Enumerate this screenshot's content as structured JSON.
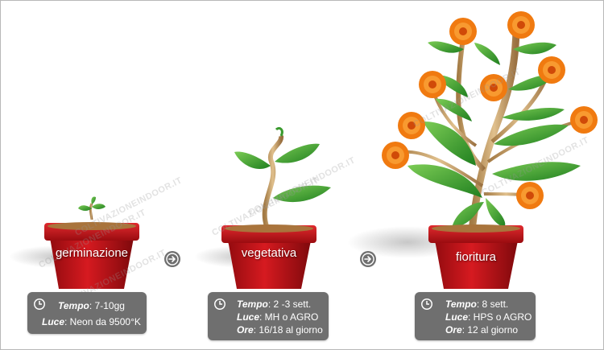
{
  "watermark": "COLTIVAZIONEINDOOR.IT",
  "colors": {
    "pot": "#c8141a",
    "pot_dark": "#8e0a0e",
    "leaf": "#2f9a2a",
    "leaf_light": "#6cc24a",
    "stem": "#c9a16a",
    "petal": "#f07a10",
    "petal_center": "#d04a08",
    "panel": "#6f6f6f"
  },
  "stages": [
    {
      "name": "germinazione",
      "lines": [
        {
          "key": "Tempo",
          "value": ": 7-10gg"
        },
        {
          "key": "Luce",
          "value": ": Neon da 9500°K"
        }
      ]
    },
    {
      "name": "vegetativa",
      "lines": [
        {
          "key": "Tempo",
          "value": ": 2 -3 sett."
        },
        {
          "key": "Luce",
          "value": ": MH o AGRO"
        },
        {
          "key": "Ore",
          "value": ": 16/18 al giorno"
        }
      ]
    },
    {
      "name": "fioritura",
      "lines": [
        {
          "key": "Tempo",
          "value": ": 8 sett."
        },
        {
          "key": "Luce",
          "value": ": HPS o AGRO"
        },
        {
          "key": "Ore",
          "value": ": 12 al giorno"
        }
      ]
    }
  ],
  "icons": {
    "clock": "clock-icon",
    "arrow": "arrow-right-circle-icon"
  }
}
